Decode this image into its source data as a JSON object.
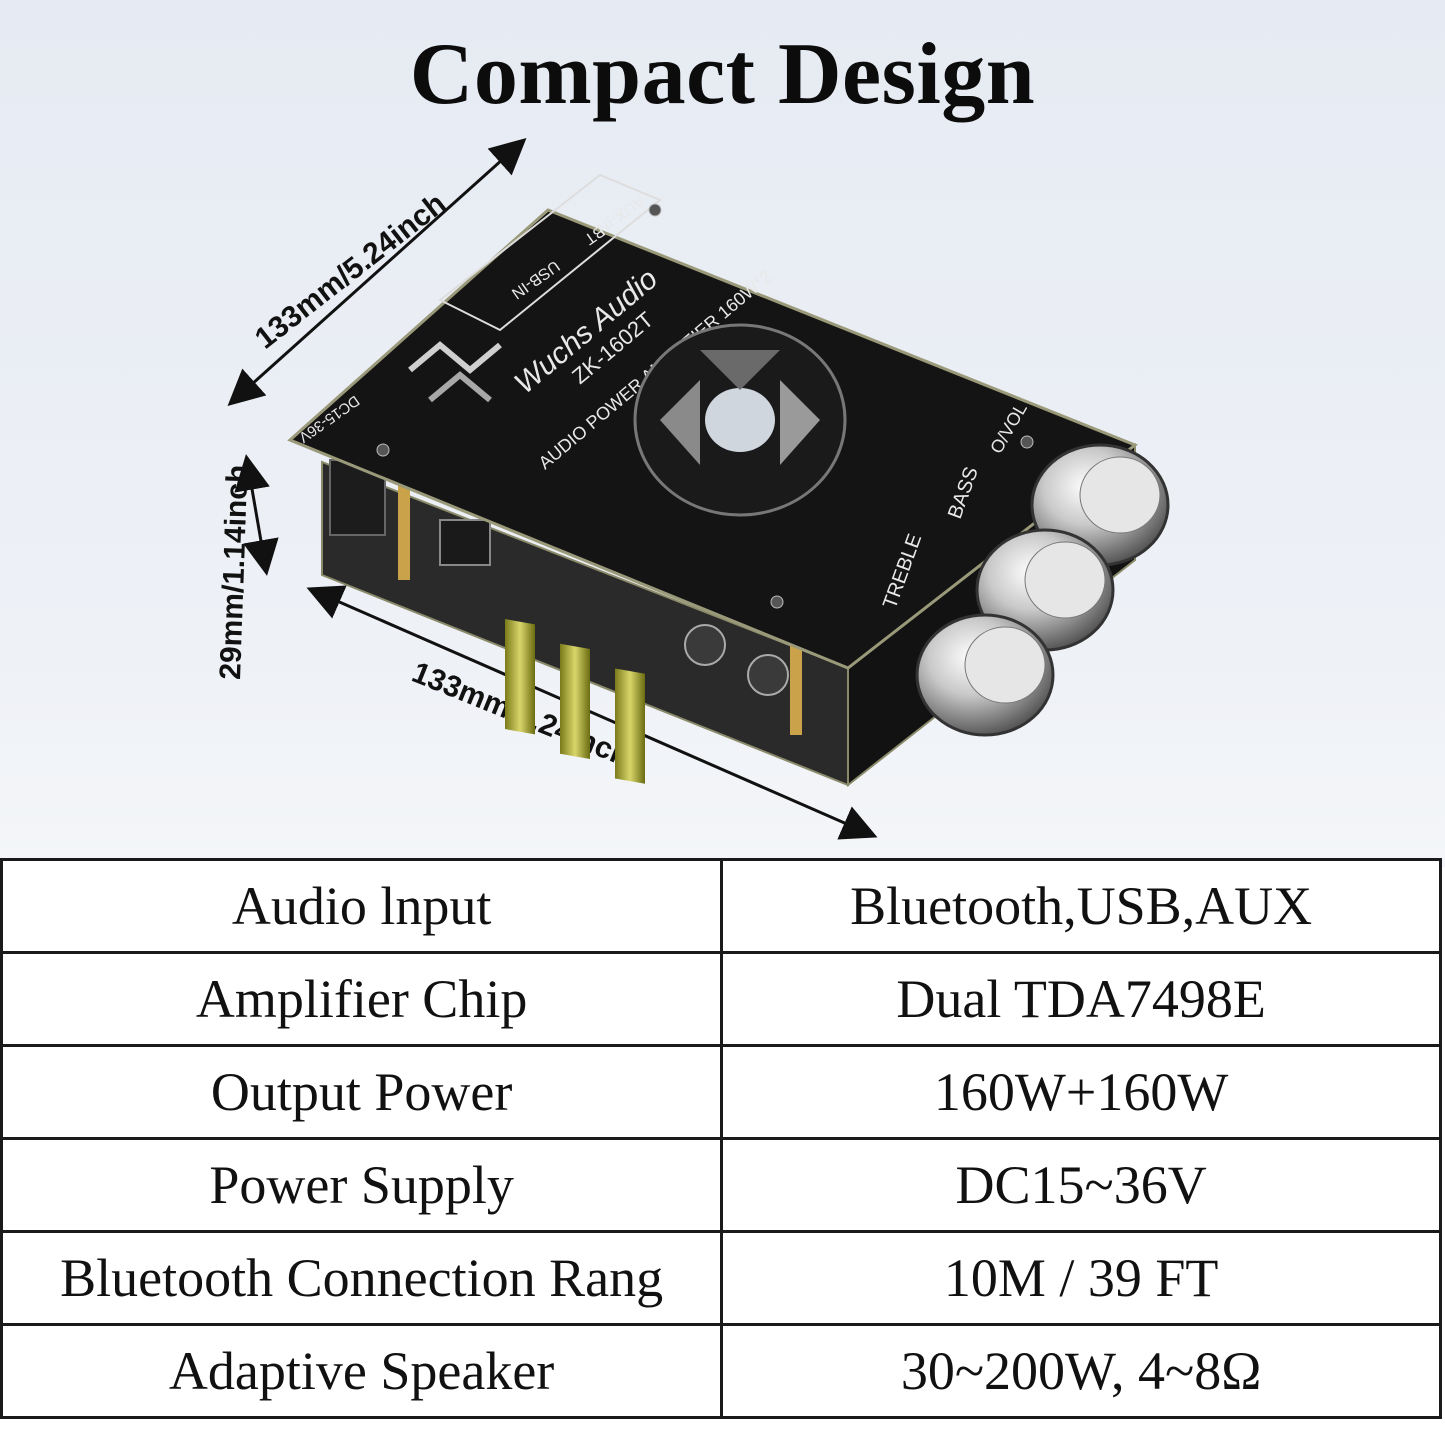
{
  "title": "Compact Design",
  "dimensions": {
    "top": "133mm/5.24inch",
    "height": "29mm/1.14inch",
    "bottom": "133mm/5.24inch"
  },
  "product": {
    "brand": "Wuchs Audio",
    "model": "ZK-1602T",
    "subtitle": "AUDIO POWER AMPLIFIER 160W*2",
    "knob_labels": [
      "TREBLE",
      "BASS"
    ],
    "volume_label": "O/VOL",
    "ports": [
      "AUX-IN",
      "BT",
      "USB-IN"
    ],
    "power_label": "DC15-36V"
  },
  "specs": [
    {
      "label": "Audio lnput",
      "value": "Bluetooth,USB,AUX"
    },
    {
      "label": "Amplifier Chip",
      "value": "Dual TDA7498E"
    },
    {
      "label": "Output Power",
      "value": "160W+160W"
    },
    {
      "label": "Power Supply",
      "value": "DC15~36V"
    },
    {
      "label": "Bluetooth Connection Rang",
      "value": "10M / 39 FT"
    },
    {
      "label": "Adaptive Speaker",
      "value": "30~200W, 4~8Ω"
    }
  ]
}
